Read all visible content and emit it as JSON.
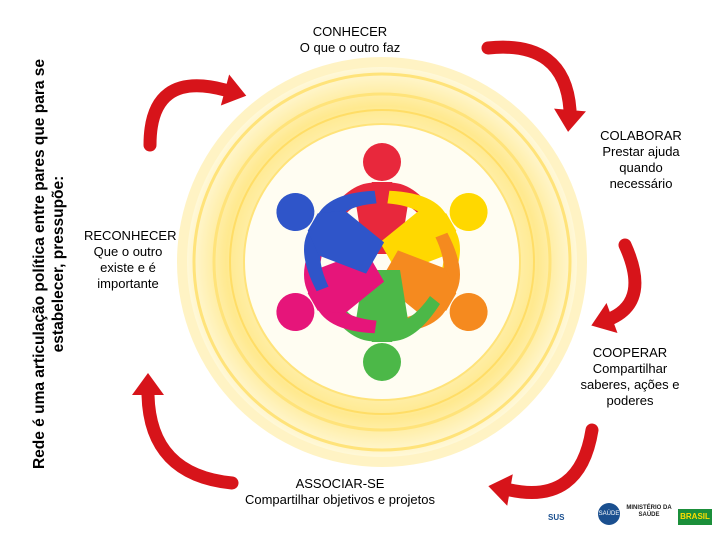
{
  "side_title": {
    "line1": "Rede é uma articulação política entre pares que para se",
    "line2": "estabelecer, pressupõe:"
  },
  "stages": [
    {
      "title": "CONHECER",
      "desc": [
        "O que o outro faz"
      ]
    },
    {
      "title": "COLABORAR",
      "desc": [
        "Prestar ajuda",
        "quando",
        "necessário"
      ]
    },
    {
      "title": "COOPERAR",
      "desc": [
        "Compartilhar",
        "saberes, ações e",
        "poderes"
      ]
    },
    {
      "title": "ASSOCIAR-SE",
      "desc": [
        "Compartilhar objetivos e projetos"
      ]
    },
    {
      "title": "RECONHECER",
      "desc": [
        "Que o outro",
        "existe e é",
        "importante"
      ]
    }
  ],
  "figure_colors": [
    "#e8283c",
    "#ffd800",
    "#f58a1f",
    "#4cb848",
    "#e6157a",
    "#2f55c9"
  ],
  "arrow_color": "#d7141a",
  "sun_color": "#ffe88a",
  "logos": {
    "sus": "SUS",
    "saude": "SAÚDE",
    "ministerio": "MINISTÉRIO DA SAÚDE",
    "brasil": "BRASIL"
  }
}
